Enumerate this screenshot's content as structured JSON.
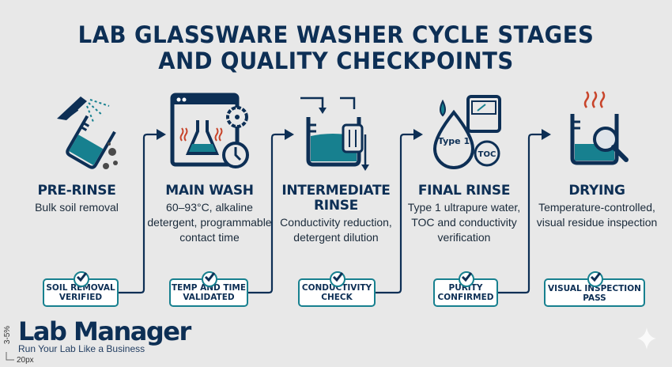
{
  "title": {
    "line1": "LAB GLASSWARE WASHER CYCLE STAGES",
    "line2": "AND QUALITY CHECKPOINTS"
  },
  "colors": {
    "navy": "#0d2f55",
    "teal": "#17808f",
    "heat_red": "#c8442a",
    "background": "#e8e8e8"
  },
  "stages": [
    {
      "title": "PRE-RINSE",
      "description": "Bulk soil removal",
      "icon": "spray-beaker-icon",
      "checkpoint": "SOIL REMOVAL VERIFIED"
    },
    {
      "title": "MAIN WASH",
      "description": "60–93°C, alkaline detergent, programmable contact time",
      "icon": "washer-flask-timer-icon",
      "checkpoint": "TEMP AND TIME VALIDATED"
    },
    {
      "title": "INTERMEDIATE RINSE",
      "description": "Conductivity reduction, detergent dilution",
      "icon": "beaker-flow-icon",
      "checkpoint": "CONDUCTIVITY CHECK"
    },
    {
      "title": "FINAL RINSE",
      "description": "Type 1 ultrapure water, TOC and conductivity verification",
      "icon": "water-drop-meter-icon",
      "type_label": "Type 1",
      "toc_label": "TOC",
      "checkpoint": "PURITY CONFIRMED"
    },
    {
      "title": "DRYING",
      "description": "Temperature-controlled, visual residue inspection",
      "icon": "beaker-magnifier-icon",
      "checkpoint": "VISUAL INSPECTION PASS"
    }
  ],
  "logo": {
    "name": "Lab Manager",
    "tagline": "Run Your Lab Like a Business"
  },
  "annotations": {
    "vertical": "3-5%",
    "horizontal": "20px"
  }
}
